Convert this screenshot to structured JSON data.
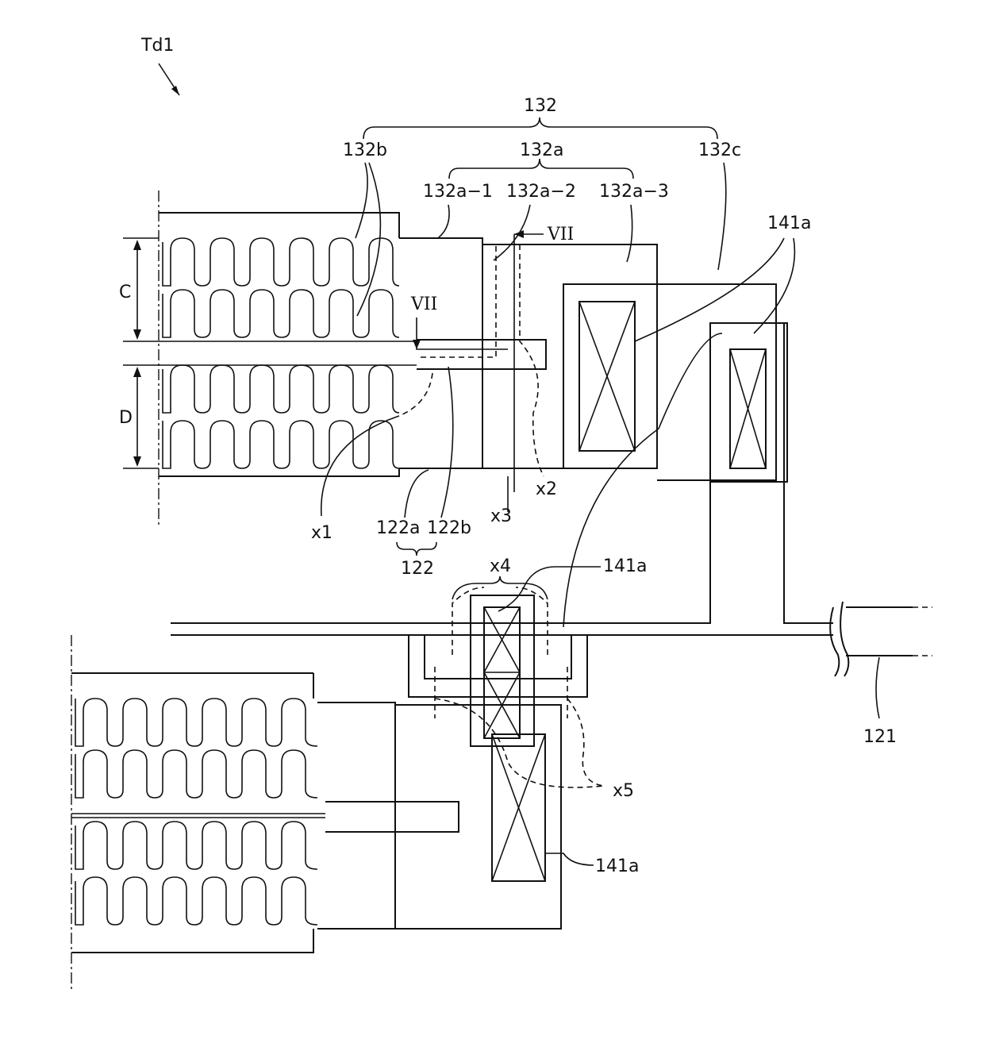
{
  "labels": {
    "figure_id": "Td1",
    "ref_132": "132",
    "ref_132b": "132b",
    "ref_132a": "132a",
    "ref_132c": "132c",
    "ref_132a_1": "132a−1",
    "ref_132a_2": "132a−2",
    "ref_132a_3": "132a−3",
    "ref_141a_top": "141a",
    "ref_141a_mid": "141a",
    "ref_141a_bottom": "141a",
    "section_top": "VII",
    "section_left": "VII",
    "dim_c": "C",
    "dim_d": "D",
    "ref_x1": "x1",
    "ref_x2": "x2",
    "ref_x3": "x3",
    "ref_x4": "x4",
    "ref_x5": "x5",
    "ref_122a": "122a",
    "ref_122b": "122b",
    "ref_122": "122",
    "ref_121": "121"
  }
}
